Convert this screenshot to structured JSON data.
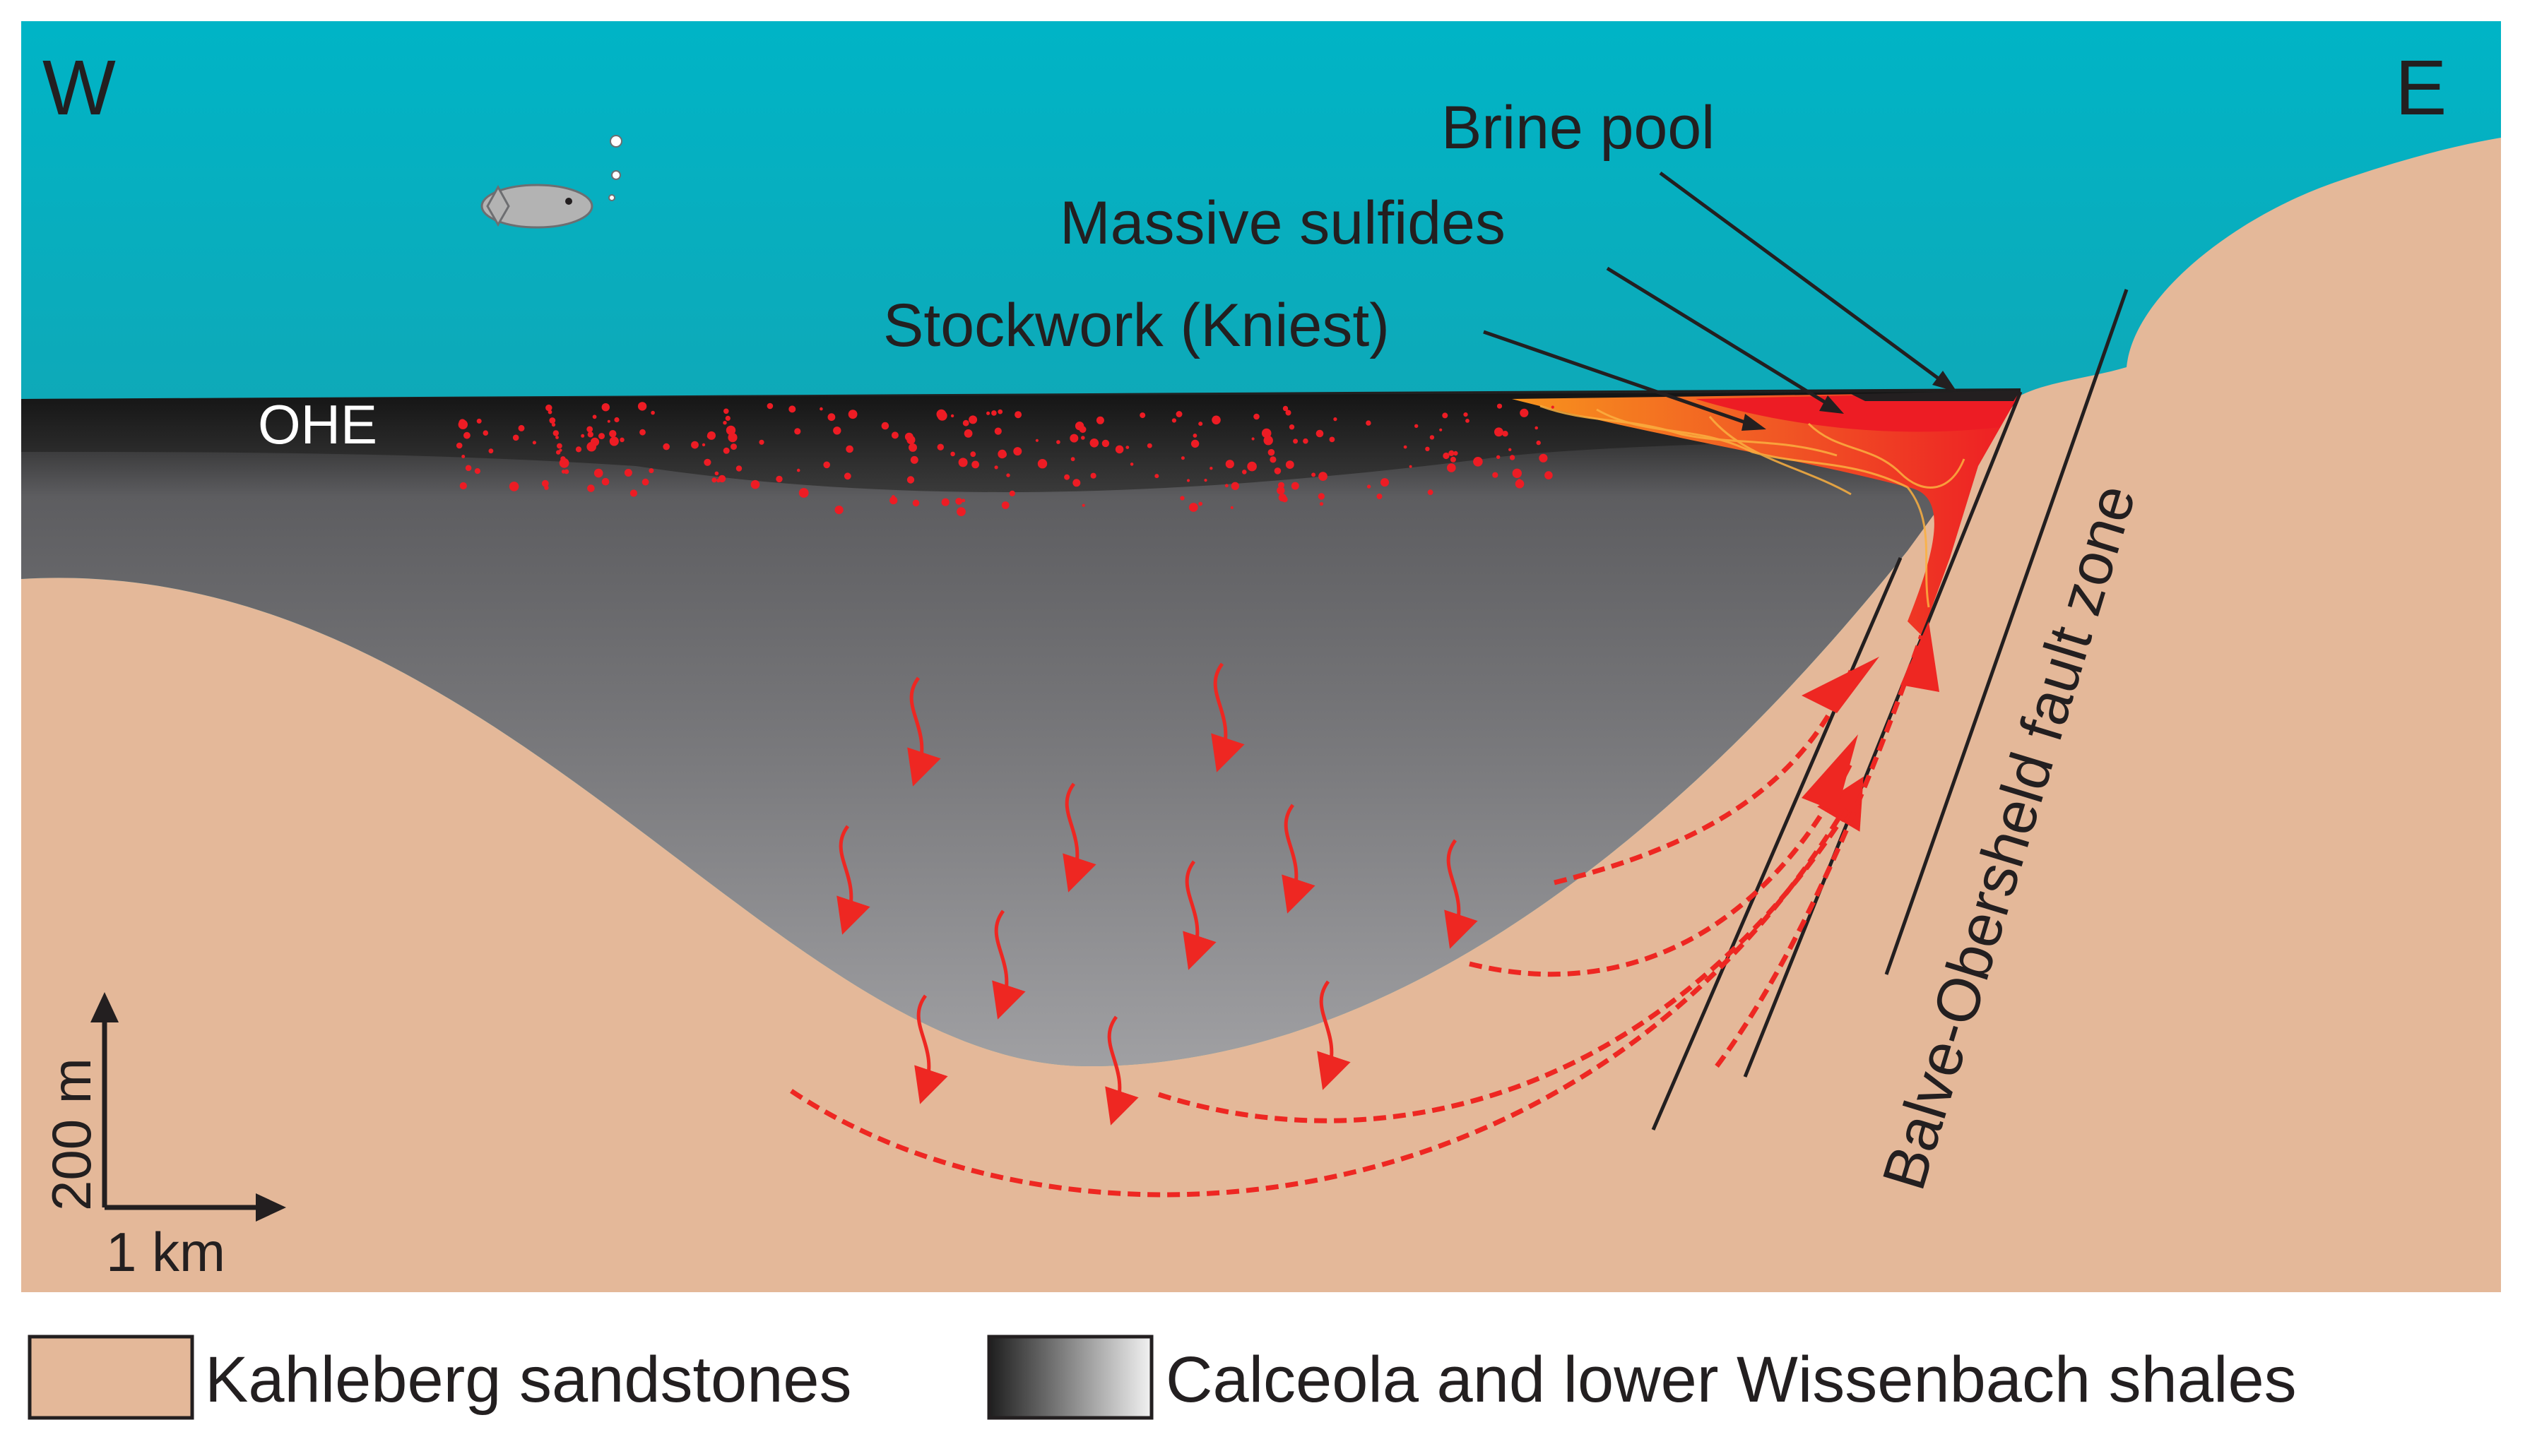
{
  "labels": {
    "west": "W",
    "east": "E",
    "brine_pool": "Brine pool",
    "massive_sulfides": "Massive sulfides",
    "stockwork": "Stockwork (Kniest)",
    "ohe": "OHE",
    "fault_zone": "Balve-Obersheld fault zone"
  },
  "scale": {
    "vertical": "200 m",
    "horizontal": "1 km"
  },
  "legend": [
    {
      "label": "Kahleberg sandstones",
      "color": "#e4b899"
    },
    {
      "label": "Calceola and lower Wissenbach shales",
      "gradient_from": "#1e1e1e",
      "gradient_to": "#f2f2f2"
    }
  ],
  "colors": {
    "sea_top": "#00b4c6",
    "sea_bottom": "#2f8f98",
    "sandstone": "#e4b899",
    "shale_dark": "#1e1e1e",
    "shale_mid": "#66666a",
    "shale_light": "#9c9ca0",
    "fluid_arrows": "#ee2722",
    "ore_orange": "#f7941d",
    "ore_red": "#ed1c24"
  },
  "icons": [
    "fish-icon",
    "bubble-icon",
    "fluid-flow-arrow-icon",
    "scale-bar-icon"
  ]
}
